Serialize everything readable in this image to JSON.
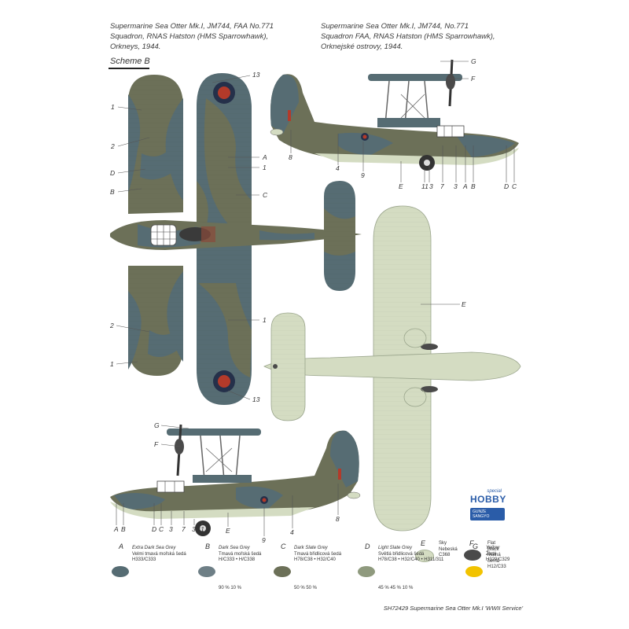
{
  "captions": {
    "left": "Supermarine Sea Otter Mk.I, JM744, FAA No.771\nSquadron, RNAS Hatston (HMS Sparrowhawk),\nOrkneys, 1944.",
    "right": "Supermarine Sea Otter Mk.I, JM744, No.771\nSquadron FAA, RNAS Hatston (HMS Sparrowhawk),\nOrknejské ostrovy, 1944."
  },
  "scheme_label": "Scheme B",
  "callouts": {
    "top_wing": [
      "1",
      "2",
      "D",
      "B"
    ],
    "bottom_wing": [
      "2",
      "1"
    ],
    "plan_upper": [
      "13",
      "A",
      "1",
      "C",
      "1",
      "13"
    ],
    "side_top_right": [
      "G",
      "F"
    ],
    "side_top_bottom": [
      "8",
      "4",
      "9",
      "E",
      "11",
      "3",
      "7",
      "3",
      "A",
      "B",
      "D",
      "C"
    ],
    "side_bottom_left": [
      "G",
      "F"
    ],
    "side_bottom_bottom": [
      "A",
      "B",
      "D",
      "C",
      "3",
      "7",
      "3",
      "11",
      "E",
      "9",
      "4",
      "8"
    ],
    "underside": [
      "E"
    ]
  },
  "colors": {
    "dark_sea_grey": "#566c73",
    "dark_slate_grey": "#6c7058",
    "light_slate_grey": "#8f9a7e",
    "sky": "#d4dcc2",
    "flat_black": "#4a4a4a",
    "yellow": "#f2c300",
    "roundel_red": "#b33a2a",
    "roundel_blue": "#25304a"
  },
  "top_legend": [
    {
      "letter": "E",
      "text": "Sky\nNebeská\nC368",
      "color": "#d4dcc2"
    },
    {
      "letter": "F",
      "text": "Flat Black\nMatná černá\nH12/C33",
      "color": "#4a4a4a"
    }
  ],
  "legend": [
    {
      "letter": "A",
      "color": "#566c73",
      "name": "Extra Dark Sea Grey",
      "local": "Velmi tmavá mořská šedá",
      "code": "H333/C333",
      "pct": ""
    },
    {
      "letter": "B",
      "color": "#6e7f86",
      "name": "Dark Sea Grey",
      "local": "Tmavá mořská šedá",
      "code": "H/C333 • H/C338",
      "pct": "90 %          10 %"
    },
    {
      "letter": "C",
      "color": "#6c7058",
      "name": "Dark Slate Grey",
      "local": "Tmavá břidlicová šedá",
      "code": "H78/C38 • H32/C40",
      "pct": "50 %          50 %"
    },
    {
      "letter": "D",
      "color": "#8f9a7e",
      "name": "Light Slate Grey",
      "local": "Světlá břidlicová šedá",
      "code": "H78/C38 • H32/C40 • H311/311",
      "pct": "45 %     45 %     10 %"
    },
    {
      "letter": "G",
      "color": "#f2c300",
      "name": "Yellow",
      "local": "Žlutá",
      "code": "H329/C329",
      "pct": ""
    }
  ],
  "logo": {
    "line1": "special",
    "line2": "HOBBY",
    "line3": "GUNZE SANGYO"
  },
  "footer": "SH72429  Supermarine Sea Otter Mk.I 'WWII Service'"
}
